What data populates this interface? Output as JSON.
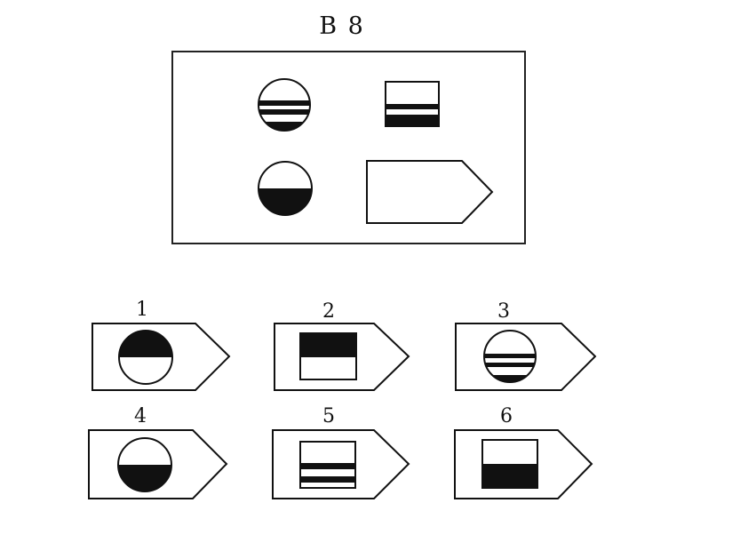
{
  "title": "B 8",
  "options": [
    {
      "number": "1",
      "figure": "circle-top-half-black"
    },
    {
      "number": "2",
      "figure": "square-top-half-black"
    },
    {
      "number": "3",
      "figure": "circle-double-stripe"
    },
    {
      "number": "4",
      "figure": "circle-bottom-half-black"
    },
    {
      "number": "5",
      "figure": "square-double-stripe"
    },
    {
      "number": "6",
      "figure": "square-bottom-half-black"
    }
  ],
  "colors": {
    "ink": "#111111",
    "paper": "#ffffff"
  }
}
